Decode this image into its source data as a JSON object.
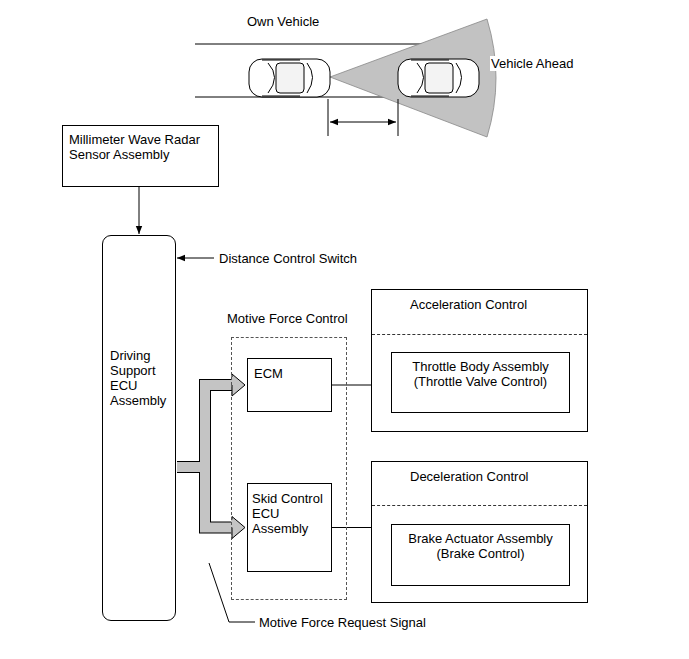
{
  "diagram": {
    "nodes": [
      {
        "text": [
          "Millimeter Wave Radar Sensor Assembly"
        ]
      },
      {
        "text": [
          "Driving Support ECU Assembly"
        ]
      },
      {
        "text": [
          "Motive Force Control"
        ]
      },
      {
        "text": [
          "ECM"
        ],
        "in": 2
      },
      {
        "text": [
          "Skid Control ECU Assembly"
        ],
        "in": 2
      },
      {
        "text": [
          "Acceleration Control"
        ]
      },
      {
        "text": [
          "Throttle Body Assembly (Throttle Valve Control)"
        ],
        "in": 5
      },
      {
        "text": [
          "Deceleration Control"
        ]
      },
      {
        "text": [
          "Brake Actuator Assembly (Brake Control)"
        ],
        "in": 7
      }
    ],
    "edges": [
      {
        "from": 0,
        "to": 1,
        "arrow": "to"
      },
      {
        "from": 1,
        "to": 3,
        "arrow": "to"
      },
      {
        "from": 1,
        "to": 4,
        "arrow": "to"
      },
      {
        "from": 3,
        "to": 6,
        "arrow": "to"
      },
      {
        "from": 4,
        "to": 8,
        "arrow": "to"
      }
    ],
    "labels": [
      "Own Vehicle",
      "Vehicle Ahead",
      "Distance Control Switch",
      "Motive Force Request Signal"
    ]
  }
}
